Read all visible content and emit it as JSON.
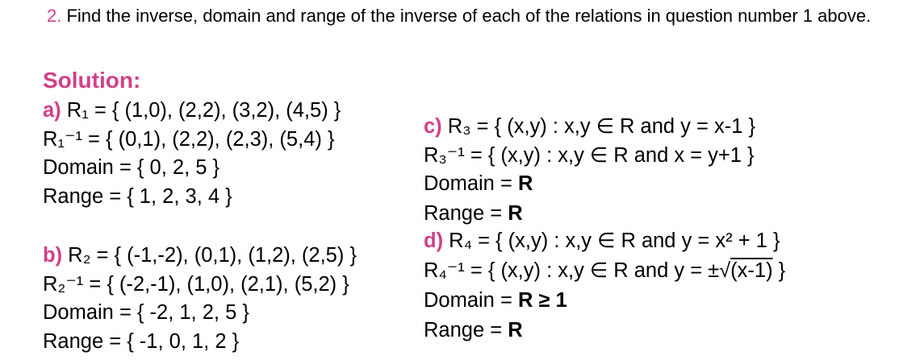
{
  "question": {
    "number": "2.",
    "text": " Find the inverse, domain and range of the inverse of each of the relations in question number 1 above."
  },
  "solution_heading": "Solution:",
  "parts": {
    "a": {
      "label": "a)",
      "relation": " R₁ = { (1,0), (2,2), (3,2), (4,5) }",
      "inverse": "R₁⁻¹ = { (0,1), (2,2), (2,3), (5,4) }",
      "domain": "Domain = { 0, 2, 5 }",
      "range": "Range = { 1, 2, 3, 4 }"
    },
    "b": {
      "label": "b)",
      "relation": " R₂ = { (-1,-2), (0,1), (1,2), (2,5) }",
      "inverse": "R₂⁻¹ = { (-2,-1), (1,0), (2,1), (5,2) }",
      "domain": "Domain = { -2, 1, 2, 5 }",
      "range": "Range = { -1, 0, 1, 2 }"
    },
    "c": {
      "label": "c)",
      "relation": " R₃ = { (x,y) : x,y ∈ R and y = x-1 }",
      "inverse": "R₃⁻¹ = { (x,y) : x,y ∈ R and x = y+1 }",
      "domain_prefix": "Domain = ",
      "domain_value": "R",
      "range_prefix": "Range = ",
      "range_value": "R"
    },
    "d": {
      "label": "d)",
      "relation": " R₄ = { (x,y) : x,y ∈ R and y = x² + 1 }",
      "inverse_prefix": "R₄⁻¹ = { (x,y) : x,y ∈ R and y = ±√",
      "inverse_radicand": "(x-1)",
      "inverse_suffix": " }",
      "domain_prefix": "Domain = ",
      "domain_value": "R ≥ 1",
      "range_prefix": "Range = ",
      "range_value": "R"
    }
  },
  "colors": {
    "accent": "#d23f87",
    "text": "#000000"
  }
}
